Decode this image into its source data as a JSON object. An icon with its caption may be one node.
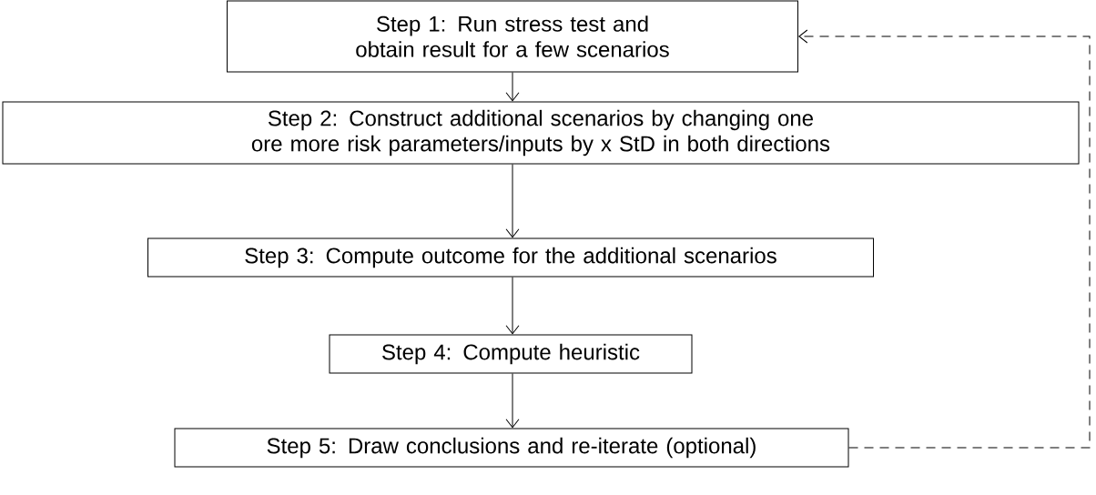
{
  "diagram": {
    "nodes": [
      {
        "text": [
          "Step 1: Run stress test and obtain result for a few scenarios"
        ]
      },
      {
        "text": [
          "Step 2: Construct additional scenarios by changing one ore more risk parameters/inputs by x StD in both directions"
        ]
      },
      {
        "text": [
          "Step 3: Compute outcome for the additional scenarios"
        ]
      },
      {
        "text": [
          "Step 4: Compute heuristic"
        ]
      },
      {
        "text": [
          "Step 5: Draw conclusions and re-iterate (optional)"
        ]
      }
    ],
    "edges": [
      {
        "from": 0,
        "to": 1,
        "arrow": "to"
      },
      {
        "from": 1,
        "to": 2,
        "arrow": "to"
      },
      {
        "from": 2,
        "to": 3,
        "arrow": "to"
      },
      {
        "from": 3,
        "to": 4,
        "arrow": "to"
      },
      {
        "from": 4,
        "to": 0,
        "arrow": "to",
        "style": "dashed"
      }
    ]
  }
}
